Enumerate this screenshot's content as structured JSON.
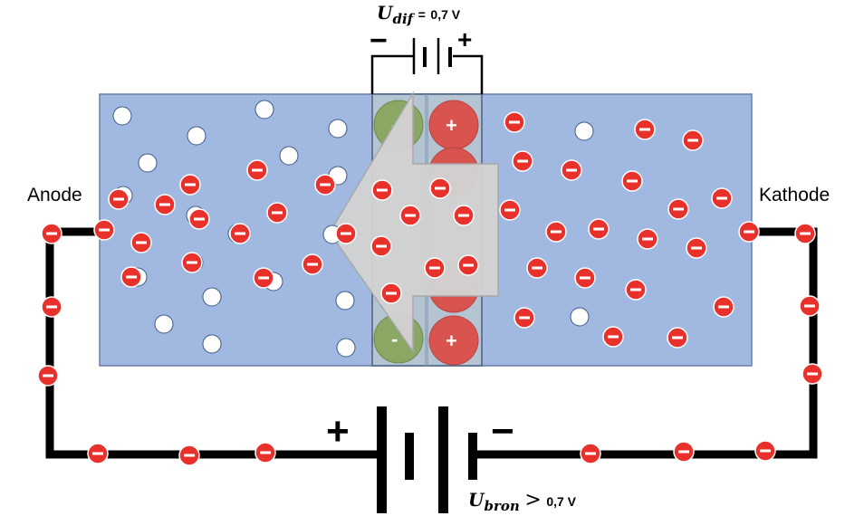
{
  "labels": {
    "anode": "Anode",
    "cathode": "Kathode"
  },
  "u_dif": {
    "symbol": "U",
    "subscript": "dif",
    "relation": "=",
    "value": "0,7 V"
  },
  "u_bron": {
    "symbol": "U",
    "subscript": "bron",
    "relation": ">",
    "value": "0,7 V"
  },
  "battery_top": {
    "minus": "−",
    "plus": "+"
  },
  "battery_bottom": {
    "minus": "−",
    "plus": "+"
  },
  "depletion": {
    "negative_ion": "-",
    "positive_ion": "+"
  },
  "colors": {
    "semiconductor": "#a1b8e0",
    "depletion_zone": "#b4c4d2",
    "electron": "#e8312a",
    "hole": "#ffffff",
    "negative_ion": "#8aa763",
    "positive_ion": "#d9534f",
    "arrow": "#d2d2d2",
    "wire": "#000000"
  }
}
